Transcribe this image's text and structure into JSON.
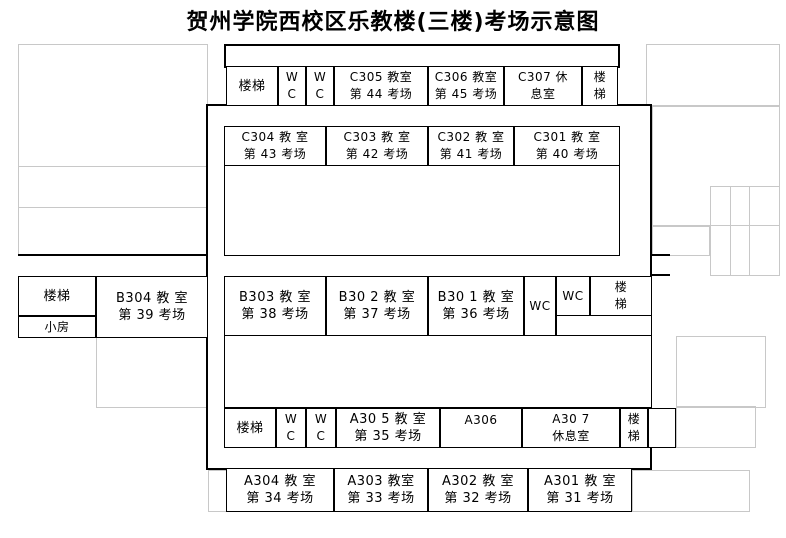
{
  "title": "贺州学院西校区乐教楼(三楼)考场示意图",
  "north_wing": {
    "stair": "楼梯",
    "wc1": [
      "W",
      "C"
    ],
    "wc2": [
      "W",
      "C"
    ],
    "c305": [
      "C305 教室",
      "第 44 考场"
    ],
    "c306": [
      "C306 教室",
      "第 45 考场"
    ],
    "c307": [
      "C307 休",
      "息室"
    ],
    "stair_right": [
      "楼",
      "梯"
    ],
    "c304": [
      "C304 教 室",
      "第 43 考场"
    ],
    "c303": [
      "C303 教 室",
      "第 42 考场"
    ],
    "c302": [
      "C302 教 室",
      "第 41 考场"
    ],
    "c301": [
      "C301 教 室",
      "第  40 考场"
    ]
  },
  "middle_wing": {
    "stair_left": "楼梯",
    "small_room": "小房",
    "b304": [
      "B304 教 室",
      "第 39 考场"
    ],
    "b303": [
      "B303  教 室",
      "第  38  考场"
    ],
    "b302": [
      "B30 2  教 室",
      "第  37  考场"
    ],
    "b301": [
      "B30 1  教 室",
      "第  36  考场"
    ],
    "wc_a": "WC",
    "wc_b": "WC",
    "stair_right": [
      "楼",
      "梯"
    ]
  },
  "south_wing": {
    "stair": "楼梯",
    "wc1": [
      "W",
      "C"
    ],
    "wc2": [
      "W",
      "C"
    ],
    "a305": [
      "A30 5  教 室",
      "第  35  考场"
    ],
    "a306": "A306",
    "a307": [
      "A30 7",
      "休息室"
    ],
    "stair_right": [
      "楼",
      "梯"
    ],
    "a304": [
      "A304  教 室",
      "第  34 考场"
    ],
    "a303": [
      "A303 教室",
      "第 33 考场"
    ],
    "a302": [
      "A302  教 室",
      "第  32 考场"
    ],
    "a301": [
      "A301  教 室",
      "第  31 考场"
    ]
  }
}
